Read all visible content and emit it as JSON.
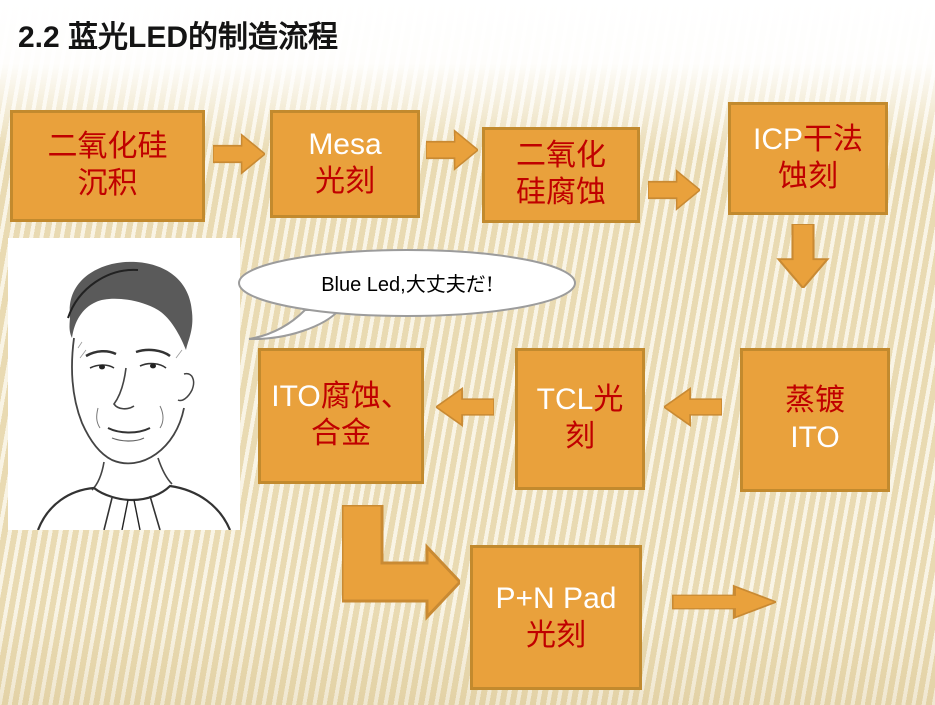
{
  "slide": {
    "title": "2.2 蓝光LED的制造流程",
    "bubble": {
      "text_en": "Blue Led,",
      "text_jp": "大丈夫だ!"
    },
    "colors": {
      "background": "#F2E7C6",
      "box_fill": "#E9A13C",
      "box_border": "#C28A2E",
      "arrow_fill": "#E9A13C",
      "arrow_border": "#C98A33",
      "text_red": "#C00000",
      "text_white": "#FFFFFF"
    },
    "boxes": [
      {
        "id": "sio2-deposition",
        "lines": [
          [
            {
              "t": "二氧化硅",
              "c": "red"
            }
          ],
          [
            {
              "t": "沉积",
              "c": "red"
            }
          ]
        ]
      },
      {
        "id": "mesa-litho",
        "lines": [
          [
            {
              "t": "Mesa",
              "c": "white"
            }
          ],
          [
            {
              "t": "光刻",
              "c": "red"
            }
          ]
        ]
      },
      {
        "id": "sio2-etch",
        "lines": [
          [
            {
              "t": "二氧化",
              "c": "red"
            }
          ],
          [
            {
              "t": "硅腐蚀",
              "c": "red"
            }
          ]
        ]
      },
      {
        "id": "icp-dry-etch",
        "lines": [
          [
            {
              "t": "ICP",
              "c": "white"
            },
            {
              "t": "干法",
              "c": "red"
            }
          ],
          [
            {
              "t": "蚀刻",
              "c": "red"
            }
          ]
        ]
      },
      {
        "id": "ito-evaporation",
        "lines": [
          [
            {
              "t": "蒸镀",
              "c": "red"
            }
          ],
          [
            {
              "t": "ITO",
              "c": "white"
            }
          ]
        ]
      },
      {
        "id": "tcl-litho",
        "lines": [
          [
            {
              "t": "TCL",
              "c": "white"
            },
            {
              "t": "光",
              "c": "red"
            }
          ],
          [
            {
              "t": "刻",
              "c": "red"
            }
          ]
        ]
      },
      {
        "id": "ito-etch-alloy",
        "lines": [
          [
            {
              "t": "ITO",
              "c": "white"
            },
            {
              "t": "腐蚀、",
              "c": "red"
            }
          ],
          [
            {
              "t": "合金",
              "c": "red"
            }
          ]
        ]
      },
      {
        "id": "pn-pad-litho",
        "lines": [
          [
            {
              "t": "P+N Pad",
              "c": "white"
            }
          ],
          [
            {
              "t": "光刻",
              "c": "red"
            }
          ]
        ]
      }
    ]
  }
}
